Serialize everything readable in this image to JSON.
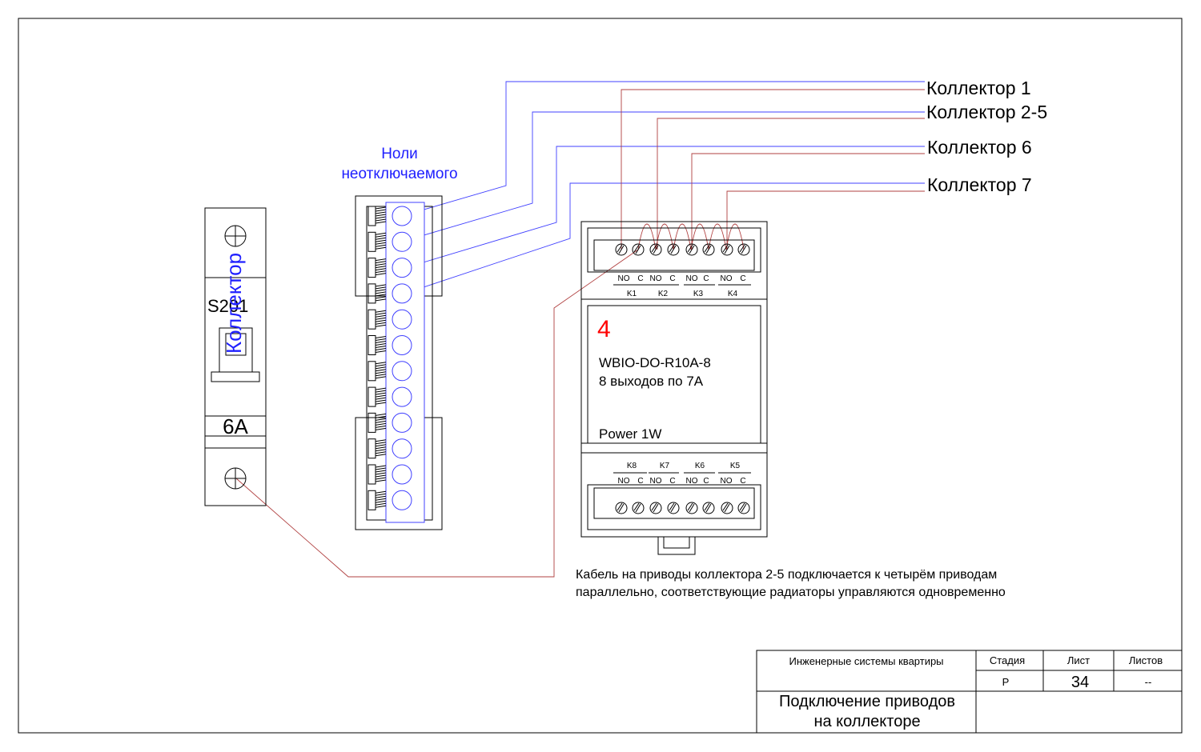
{
  "collector_labels": [
    "Коллектор 1",
    "Коллектор 2-5",
    "Коллектор 6",
    "Коллектор 7"
  ],
  "neutral_label": [
    "Ноли",
    "неотключаемого"
  ],
  "breaker": {
    "vertical_label": "Коллектор",
    "model": "S201",
    "rating": "6A"
  },
  "relay_module": {
    "number": "4",
    "model": "WBIO-DO-R10A-8",
    "description": "8 выходов по 7А",
    "power": "Power 1W",
    "top_contacts": [
      {
        "no": "NO",
        "c": "C",
        "channel": "K1"
      },
      {
        "no": "NO",
        "c": "C",
        "channel": "K2"
      },
      {
        "no": "NO",
        "c": "C",
        "channel": "K3"
      },
      {
        "no": "NO",
        "c": "C",
        "channel": "K4"
      }
    ],
    "bottom_contacts": [
      {
        "no": "NO",
        "c": "C",
        "channel": "K8"
      },
      {
        "no": "NO",
        "c": "C",
        "channel": "K7"
      },
      {
        "no": "NO",
        "c": "C",
        "channel": "K6"
      },
      {
        "no": "NO",
        "c": "C",
        "channel": "K5"
      }
    ]
  },
  "note": [
    "Кабель на приводы коллектора 2-5 подключается к четырём приводам",
    "параллельно, соответствующие радиаторы управляются одновременно"
  ],
  "title_block": {
    "project": "Инженерные системы квартиры",
    "stage_header": "Стадия",
    "sheet_header": "Лист",
    "sheets_header": "Листов",
    "stage": "Р",
    "sheet": "34",
    "sheets": "--",
    "title": [
      "Подключение приводов",
      "на коллекторе"
    ]
  },
  "colors": {
    "neutral_wire": "#4040ff",
    "phase_wire": "#b04040",
    "number": "#ff0000"
  }
}
